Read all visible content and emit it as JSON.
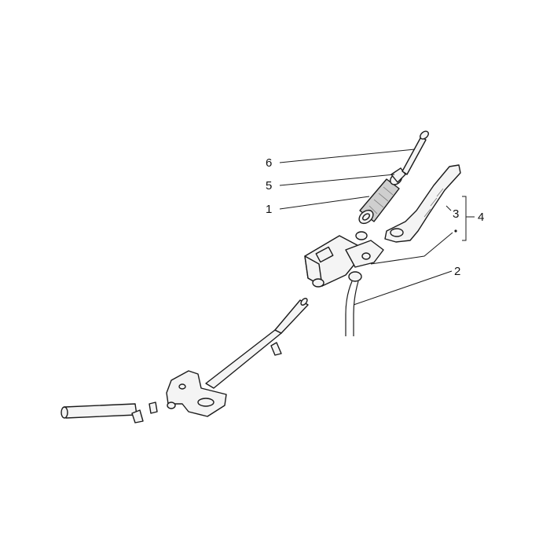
{
  "callouts": {
    "c1": "1",
    "c2": "2",
    "c3": "3",
    "c4": "4",
    "c5": "5",
    "c6": "6"
  },
  "colors": {
    "ink": "#1a1a1a",
    "background": "#ffffff",
    "grip_fill": "#cfcfcf"
  }
}
